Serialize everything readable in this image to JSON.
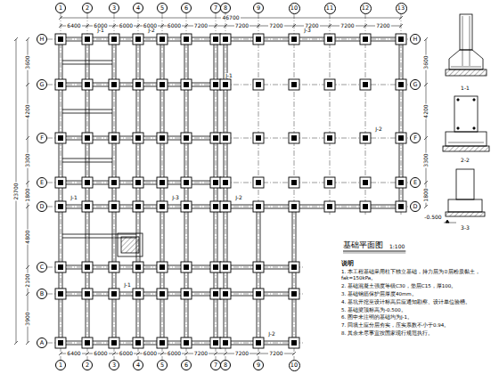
{
  "diagram": {
    "title": "基础平面图",
    "nodes": [
      {
        "text": [
          "1"
        ]
      },
      {
        "text": [
          "2"
        ]
      },
      {
        "text": [
          "3"
        ]
      },
      {
        "text": [
          "4"
        ]
      },
      {
        "text": [
          "5"
        ]
      },
      {
        "text": [
          "6"
        ]
      },
      {
        "text": [
          "7"
        ]
      },
      {
        "text": [
          "8"
        ]
      },
      {
        "text": [
          "9"
        ]
      },
      {
        "text": [
          "10"
        ]
      },
      {
        "text": [
          "11"
        ]
      },
      {
        "text": [
          "12"
        ]
      },
      {
        "text": [
          "13"
        ]
      },
      {
        "text": [
          "1"
        ]
      },
      {
        "text": [
          "2"
        ]
      },
      {
        "text": [
          "3"
        ]
      },
      {
        "text": [
          "4"
        ]
      },
      {
        "text": [
          "5"
        ]
      },
      {
        "text": [
          "6"
        ]
      },
      {
        "text": [
          "7"
        ]
      },
      {
        "text": [
          "8"
        ]
      },
      {
        "text": [
          "9"
        ]
      },
      {
        "text": [
          "10"
        ]
      },
      {
        "text": [
          "H"
        ]
      },
      {
        "text": [
          "G"
        ]
      },
      {
        "text": [
          "F"
        ]
      },
      {
        "text": [
          "E"
        ]
      },
      {
        "text": [
          "D"
        ]
      },
      {
        "text": [
          "C"
        ]
      },
      {
        "text": [
          "B"
        ]
      },
      {
        "text": [
          "A"
        ]
      },
      {
        "text": [
          "H"
        ]
      },
      {
        "text": [
          "G"
        ]
      },
      {
        "text": [
          "F"
        ]
      },
      {
        "text": [
          "E"
        ]
      },
      {
        "text": [
          "D"
        ]
      }
    ],
    "labels": [
      "6400",
      "6000",
      "6000",
      "6000",
      "6000",
      "7200",
      "7200",
      "7200",
      "7200",
      "7200",
      "7200",
      "46700",
      "6400",
      "6000",
      "6000",
      "6000",
      "6000",
      "7200",
      "7200",
      "7200",
      "3600",
      "4200",
      "3300",
      "1800",
      "4800",
      "2100",
      "3900",
      "23700",
      "3600",
      "4200",
      "3300",
      "1800",
      "1:100",
      "1-1",
      "2-2",
      "3-3",
      "-0.500",
      "说明",
      "1. 本工程基础采用柱下独立基础，持力层为②层粉质黏土，fak=150kPa。",
      "2. 基础混凝土强度等级C30，垫层C15，厚100。",
      "3. 基础钢筋保护层厚度40mm。",
      "4. 基坑开挖至设计标高后应通知勘察、设计单位验槽。",
      "5. 基础梁顶标高为-0.500。",
      "6. 图中未注明的基础均为J-1。",
      "7. 回填土应分层夯实，压实系数不小于0.94。",
      "8. 其余未尽事宜按国家现行规范执行。",
      "J-1",
      "J-2",
      "J-1",
      "J-3",
      "J-2",
      "J-1",
      "J-3",
      "J-2",
      "J-1",
      "J-2"
    ]
  }
}
